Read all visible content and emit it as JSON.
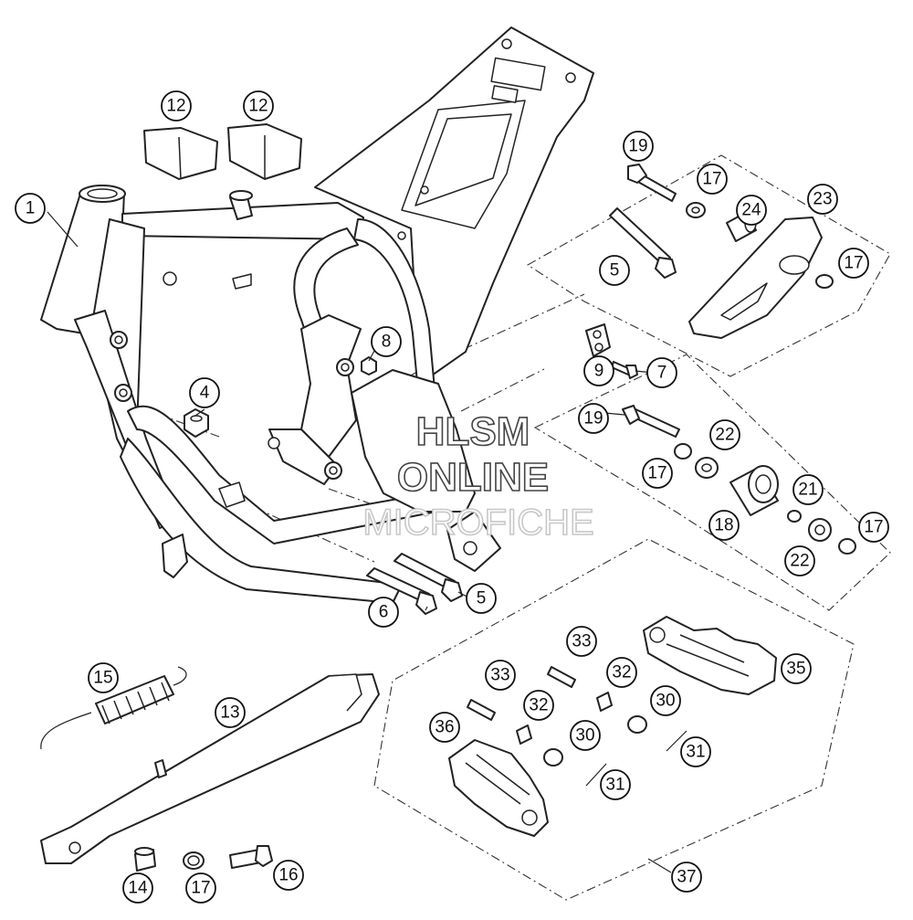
{
  "watermark": {
    "line1": "HLSM",
    "line2": "ONLINE",
    "line3": "MICROFICHE"
  },
  "callouts": [
    {
      "id": "c1",
      "label": "1"
    },
    {
      "id": "c12a",
      "label": "12"
    },
    {
      "id": "c12b",
      "label": "12"
    },
    {
      "id": "c4",
      "label": "4"
    },
    {
      "id": "c8",
      "label": "8"
    },
    {
      "id": "c19a",
      "label": "19"
    },
    {
      "id": "c17a",
      "label": "17"
    },
    {
      "id": "c24",
      "label": "24"
    },
    {
      "id": "c23",
      "label": "23"
    },
    {
      "id": "c5a",
      "label": "5"
    },
    {
      "id": "c17b",
      "label": "17"
    },
    {
      "id": "c9",
      "label": "9"
    },
    {
      "id": "c7",
      "label": "7"
    },
    {
      "id": "c19b",
      "label": "19"
    },
    {
      "id": "c22a",
      "label": "22"
    },
    {
      "id": "c17c",
      "label": "17"
    },
    {
      "id": "c21",
      "label": "21"
    },
    {
      "id": "c18",
      "label": "18"
    },
    {
      "id": "c17d",
      "label": "17"
    },
    {
      "id": "c22b",
      "label": "22"
    },
    {
      "id": "c6",
      "label": "6"
    },
    {
      "id": "c5b",
      "label": "5"
    },
    {
      "id": "c15",
      "label": "15"
    },
    {
      "id": "c13",
      "label": "13"
    },
    {
      "id": "c33a",
      "label": "33"
    },
    {
      "id": "c32a",
      "label": "32"
    },
    {
      "id": "c35",
      "label": "35"
    },
    {
      "id": "c33b",
      "label": "33"
    },
    {
      "id": "c30a",
      "label": "30"
    },
    {
      "id": "c36",
      "label": "36"
    },
    {
      "id": "c32b",
      "label": "32"
    },
    {
      "id": "c30b",
      "label": "30"
    },
    {
      "id": "c31a",
      "label": "31"
    },
    {
      "id": "c31b",
      "label": "31"
    },
    {
      "id": "c14",
      "label": "14"
    },
    {
      "id": "c17e",
      "label": "17"
    },
    {
      "id": "c16",
      "label": "16"
    },
    {
      "id": "c37",
      "label": "37"
    }
  ]
}
